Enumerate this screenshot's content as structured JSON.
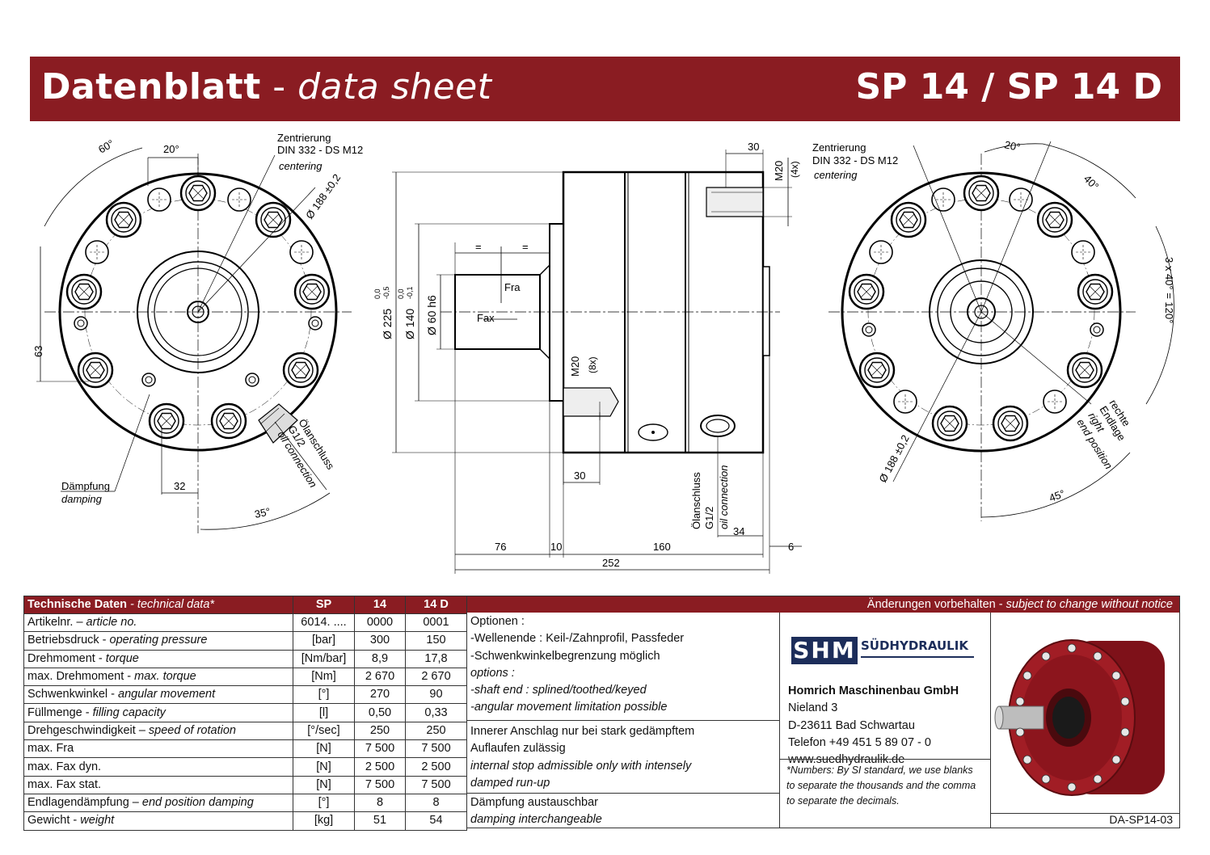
{
  "header": {
    "title_bold": "Datenblatt",
    "title_sep": " - ",
    "title_italic": "data sheet",
    "model": "SP 14 / SP 14 D"
  },
  "drawing_labels": {
    "angle_60": "60°",
    "dim_20_left": "20°",
    "zentrierung": "Zentrierung",
    "din": "DIN 332 - DS M12",
    "centering": "centering",
    "dia_188": "Ø 188 ±0,2",
    "dim_63": "63",
    "daempfung": "Dämpfung",
    "damping": "damping",
    "dim_32": "32",
    "dim_35": "35°",
    "oelanschluss": "Ölanschluss",
    "g12": "G1/2",
    "oil_connection": "oil connection",
    "dim_30_top": "30",
    "m20": "M20",
    "x4": "(4x)",
    "x8": "(8x)",
    "dia_225": "Ø 225",
    "dia_140": "Ø 140",
    "dia_60": "Ø 60 h6",
    "tol_00": "0,0",
    "tol_05": "-0,5",
    "tol_01": "-0,1",
    "fra": "Fra",
    "fax": "Fax",
    "eq": "=",
    "dim_30_bot": "30",
    "dim_76": "76",
    "dim_10": "10",
    "dim_160": "160",
    "dim_34": "34",
    "dim_6": "6",
    "dim_252": "252",
    "dim_20_right": "20°",
    "dim_40": "40°",
    "dim_3x40": "3 x 40° = 120°",
    "rechte": "rechte",
    "endlage": "Endlage",
    "right": "right",
    "end_position": "end position",
    "dim_45": "45°"
  },
  "table": {
    "header": {
      "label_bold": "Technische Daten",
      "label_sep": " - ",
      "label_italic": "technical data*",
      "col_unit": "SP",
      "col_14": "14",
      "col_14d": "14 D"
    },
    "rows": [
      {
        "de": "Artikelnr.",
        "sep": " – ",
        "en": "article no.",
        "unit": "6014. ....",
        "v14": "0000",
        "v14d": "0001"
      },
      {
        "de": "Betriebsdruck",
        "sep": " - ",
        "en": "operating pressure",
        "unit": "[bar]",
        "v14": "300",
        "v14d": "150"
      },
      {
        "de": "Drehmoment",
        "sep": " - ",
        "en": "torque",
        "unit": "[Nm/bar]",
        "v14": "8,9",
        "v14d": "17,8"
      },
      {
        "de": "max. Drehmoment",
        "sep": " - ",
        "en": "max. torque",
        "unit": "[Nm]",
        "v14": "2 670",
        "v14d": "2 670"
      },
      {
        "de": "Schwenkwinkel",
        "sep": " - ",
        "en": "angular movement",
        "unit": "[°]",
        "v14": "270",
        "v14d": "90"
      },
      {
        "de": "Füllmenge",
        "sep": " - ",
        "en": "filling capacity",
        "unit": "[l]",
        "v14": "0,50",
        "v14d": "0,33"
      },
      {
        "de": "Drehgeschwindigkeit",
        "sep": " – ",
        "en": "speed of rotation",
        "unit": "[°/sec]",
        "v14": "250",
        "v14d": "250"
      },
      {
        "de": "max. Fra",
        "sep": "",
        "en": "",
        "unit": "[N]",
        "v14": "7 500",
        "v14d": "7 500"
      },
      {
        "de": "max. Fax dyn.",
        "sep": "",
        "en": "",
        "unit": "[N]",
        "v14": "2 500",
        "v14d": "2 500"
      },
      {
        "de": "max. Fax stat.",
        "sep": "",
        "en": "",
        "unit": "[N]",
        "v14": "7 500",
        "v14d": "7 500"
      },
      {
        "de": "Endlagendämpfung",
        "sep": " – ",
        "en": "end position damping",
        "unit": "[°]",
        "v14": "8",
        "v14d": "8"
      },
      {
        "de": "Gewicht",
        "sep": " - ",
        "en": "weight",
        "unit": "[kg]",
        "v14": "51",
        "v14d": "54"
      }
    ]
  },
  "notes": {
    "header_de": "Änderungen vorbehalten",
    "header_sep": " - ",
    "header_en": "subject to change without notice",
    "options": [
      "Optionen :",
      "-Wellenende : Keil-/Zahnprofil, Passfeder",
      "-Schwenkwinkelbegrenzung möglich"
    ],
    "options_en": [
      "options :",
      "-shaft end : splined/toothed/keyed",
      "-angular movement limitation possible"
    ],
    "stop_de": [
      "Innerer Anschlag nur bei stark gedämpftem",
      "Auflaufen zulässig"
    ],
    "stop_en": [
      "internal stop admissible only with intensely",
      "damped run-up"
    ],
    "damping_de": "Dämpfung austauschbar",
    "damping_en": "damping interchangeable"
  },
  "company": {
    "logo_mark": "SHM",
    "logo_text": "SÜDHYDRAULIK",
    "name": "Homrich Maschinenbau GmbH",
    "street": "Nieland 3",
    "city": "D-23611 Bad Schwartau",
    "phone": "Telefon +49 451 5 89 07 - 0",
    "web": "www.suedhydraulik.de",
    "footnote": "*Numbers: By SI standard, we use blanks to separate the thousands and the comma to separate the decimals."
  },
  "doc_id": "DA-SP14-03",
  "colors": {
    "brand": "#8a1c22",
    "product": "#9b1a22"
  }
}
